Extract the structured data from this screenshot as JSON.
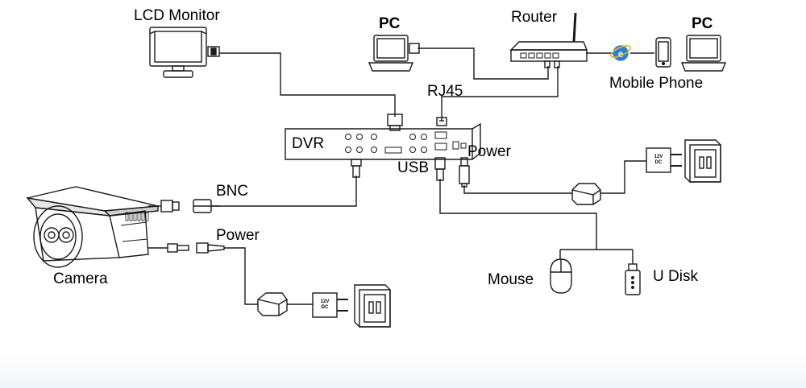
{
  "diagram": {
    "labels": {
      "lcd_monitor": "LCD Monitor",
      "pc_left": "PC",
      "router": "Router",
      "pc_right": "PC",
      "mobile_phone": "Mobile Phone",
      "rj45": "RJ45",
      "dvr": "DVR",
      "power_dvr": "Power",
      "usb": "USB",
      "bnc": "BNC",
      "power_camera": "Power",
      "camera": "Camera",
      "mouse": "Mouse",
      "u_disk": "U Disk"
    },
    "adapter_labels": {
      "dvr_adapter_line1": "12V",
      "dvr_adapter_line2": "DC",
      "camera_adapter_line1": "12V",
      "camera_adapter_line2": "DC"
    },
    "icons": [
      "monitor-icon",
      "pc-icon",
      "router-icon",
      "internet-explorer-icon",
      "mobile-phone-icon",
      "dvr-icon",
      "camera-icon",
      "power-adapter-icon",
      "wall-socket-icon",
      "mouse-icon",
      "usb-disk-icon",
      "bnc-connector-icon"
    ],
    "colors": {
      "line": "#1a1a1a",
      "ie_blue": "#2b7fd4",
      "ie_ring": "#e8b020"
    }
  }
}
